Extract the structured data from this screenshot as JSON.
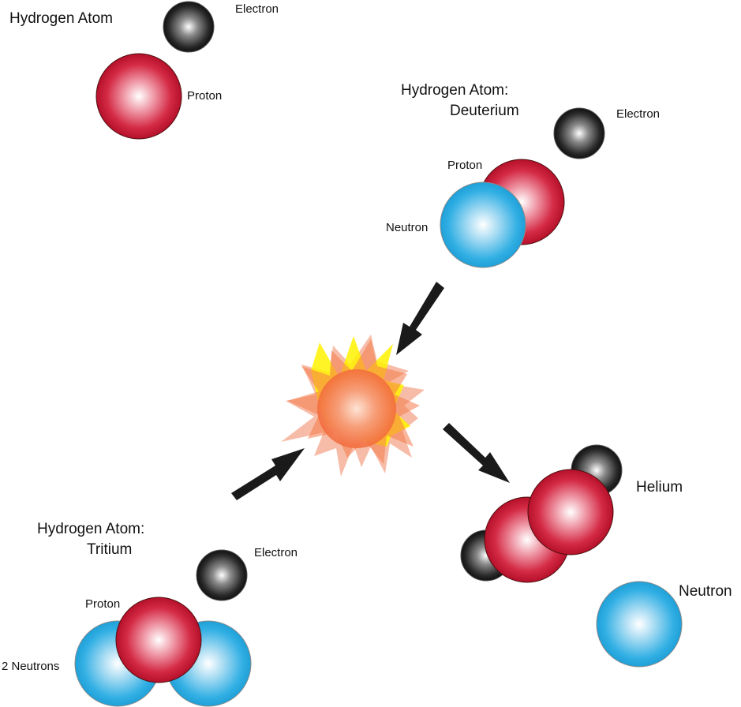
{
  "hydrogen": {
    "title": "Hydrogen Atom",
    "electron_label": "Electron",
    "proton_label": "Proton"
  },
  "deuterium": {
    "title_line1": "Hydrogen Atom:",
    "title_line2": "Deuterium",
    "electron_label": "Electron",
    "proton_label": "Proton",
    "neutron_label": "Neutron"
  },
  "tritium": {
    "title_line1": "Hydrogen Atom:",
    "title_line2": "Tritium",
    "electron_label": "Electron",
    "proton_label": "Proton",
    "neutrons_label": "2 Neutrons"
  },
  "products": {
    "helium_label": "Helium",
    "neutron_label": "Neutron"
  },
  "colors": {
    "proton": "#c8102e",
    "neutron": "#29abe2",
    "electron": "#1a1a1a",
    "arrow": "#1a1a1a",
    "burst_outer": "#f4a58a",
    "burst_yellow": "#fff200",
    "burst_core": "#f26522"
  }
}
